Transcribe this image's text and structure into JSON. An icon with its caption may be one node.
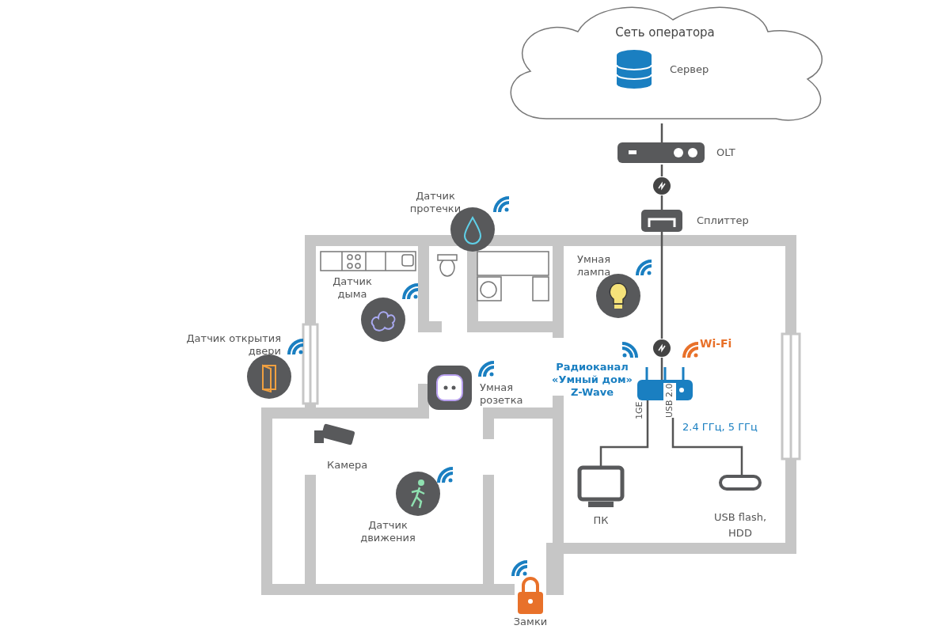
{
  "diagram": {
    "nodes": [
      {
        "text": [
          "Сеть оператора"
        ]
      },
      {
        "text": [
          "Сервер"
        ],
        "in": 0
      },
      {
        "text": [
          "OLT"
        ]
      },
      {
        "text": [],
        "shape": "circle"
      },
      {
        "text": [
          "Сплиттер"
        ]
      },
      {
        "text": [],
        "shape": "circle"
      },
      {
        "text": [],
        "shape": "box",
        "beside": [
          "2.4 ГГц, 5 ГГц"
        ]
      },
      {
        "text": [
          "ПК"
        ]
      },
      {
        "text": [
          "USB flash, HDD"
        ]
      },
      {
        "text": [
          "Датчик протечки"
        ]
      },
      {
        "text": [
          "Датчик дыма"
        ]
      },
      {
        "text": [
          "Умная лампа"
        ]
      },
      {
        "text": [
          "Датчик открытия двери"
        ]
      },
      {
        "text": [
          "Умная розетка"
        ]
      },
      {
        "text": [
          "Камера"
        ]
      },
      {
        "text": [
          "Датчик движения"
        ]
      },
      {
        "text": [
          "Замки"
        ]
      }
    ],
    "edges": [
      {
        "from": 0,
        "to": 2,
        "arrow": "none"
      },
      {
        "from": 2,
        "to": 3,
        "arrow": "none"
      },
      {
        "from": 3,
        "to": 4,
        "arrow": "none"
      },
      {
        "from": 4,
        "to": 5,
        "arrow": "none"
      },
      {
        "from": 5,
        "to": 6,
        "arrow": "none"
      },
      {
        "from": 6,
        "to": 7,
        "arrow": "none",
        "label": "1GE"
      },
      {
        "from": 6,
        "to": 8,
        "arrow": "none",
        "label": "USB 2.0"
      }
    ],
    "labels": [
      "Wi-Fi",
      "Радиоканал «Умный дом» Z-Wave"
    ]
  }
}
